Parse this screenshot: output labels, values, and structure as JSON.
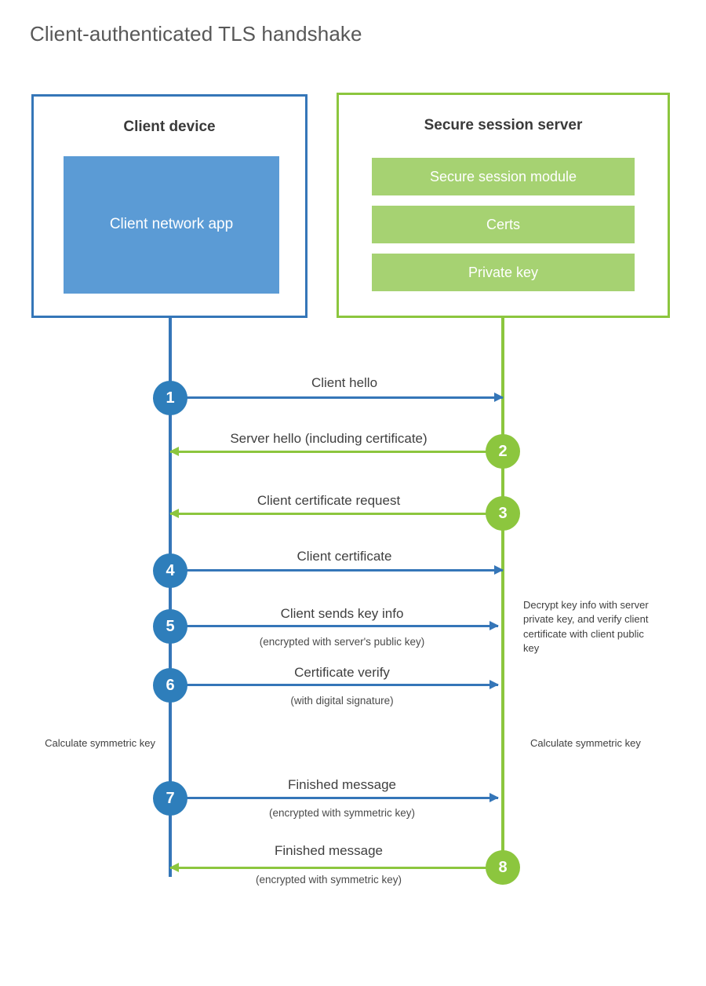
{
  "title": "Client-authenticated TLS handshake",
  "colors": {
    "client_blue": "#3576b8",
    "client_app_blue": "#5b9bd5",
    "step_blue": "#2e7ebb",
    "server_green": "#8cc63e",
    "server_bar_green": "#a6d272",
    "title_gray": "#585858",
    "text_gray": "#3f3f3f",
    "background": "#ffffff"
  },
  "client": {
    "title": "Client device",
    "app_label": "Client network app"
  },
  "server": {
    "title": "Secure session server",
    "components": [
      "Secure session module",
      "Certs",
      "Private key"
    ]
  },
  "steps": [
    {
      "number": "1",
      "label": "Client hello",
      "sublabel": "",
      "direction": "client-to-server",
      "color": "blue"
    },
    {
      "number": "2",
      "label": "Server hello (including certificate)",
      "sublabel": "",
      "direction": "server-to-client",
      "color": "green"
    },
    {
      "number": "3",
      "label": "Client certificate request",
      "sublabel": "",
      "direction": "server-to-client",
      "color": "green"
    },
    {
      "number": "4",
      "label": "Client certificate",
      "sublabel": "",
      "direction": "client-to-server",
      "color": "blue"
    },
    {
      "number": "5",
      "label": "Client sends key info",
      "sublabel": "(encrypted with server's public key)",
      "direction": "client-to-server",
      "color": "blue"
    },
    {
      "number": "6",
      "label": "Certificate verify",
      "sublabel": "(with digital signature)",
      "direction": "client-to-server",
      "color": "blue"
    },
    {
      "number": "7",
      "label": "Finished message",
      "sublabel": "(encrypted with symmetric key)",
      "direction": "client-to-server",
      "color": "blue"
    },
    {
      "number": "8",
      "label": "Finished message",
      "sublabel": "(encrypted with symmetric key)",
      "direction": "server-to-client",
      "color": "green"
    }
  ],
  "notes": {
    "server_decrypt": "Decrypt key info with server private key, and verify client certificate with client public key",
    "client_calculate": "Calculate symmetric key",
    "server_calculate": "Calculate symmetric key"
  }
}
